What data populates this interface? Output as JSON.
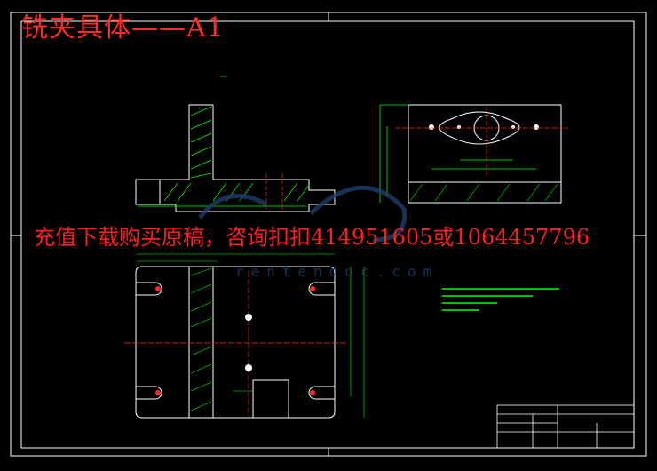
{
  "drawing": {
    "title": "铣夹具体——A1",
    "promo": "充值下载购买原稿，咨询扣扣414951605或1064457796",
    "watermark_url": "rentendoc.com"
  },
  "colors": {
    "background": "#000000",
    "outline": "#ffffff",
    "dimension": "#00ff00",
    "centerline": "#ff2a2a",
    "hatch": "#00ff00",
    "cyan_text": "#00ffff"
  }
}
